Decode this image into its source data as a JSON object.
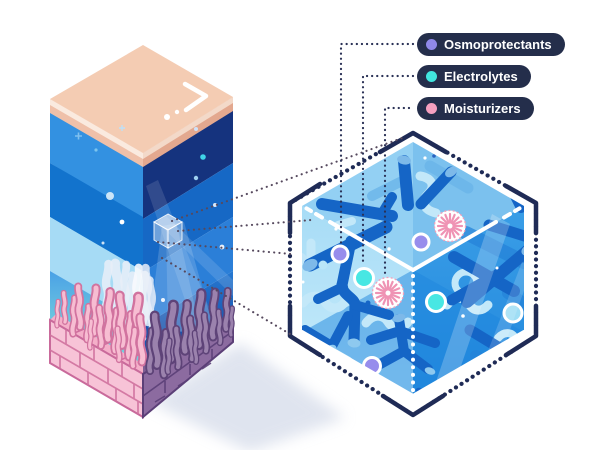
{
  "legend": {
    "pill_bg": "#242e4b",
    "text_color": "#ffffff",
    "items": [
      {
        "label": "Osmoprotectants",
        "dot_color": "#8f88e8"
      },
      {
        "label": "Electrolytes",
        "dot_color": "#41e5df"
      },
      {
        "label": "Moisturizers",
        "dot_color": "#f5a0c0"
      }
    ]
  },
  "palette": {
    "outline_navy": "#1f2b56",
    "connector_navy": "#2a3156",
    "magnifier_line": "#56495e",
    "cube_top_face": "#93d0f3",
    "cube_left_face": "#a7dcf6",
    "cube_right_face": "#2f9ae6",
    "mucin_tube_blue": "#1565c6",
    "strand_light_blue": "#c3e8f9",
    "lipid_cap_peach": "#f4ccb3",
    "block_layer_dark_navy": "#15337e",
    "block_layer_blue": "#3391e1",
    "block_layer_light": "#a6dbf5",
    "epithelium_pink": "#f7c3d7",
    "epithelium_mauve": "#8c6ba0"
  }
}
